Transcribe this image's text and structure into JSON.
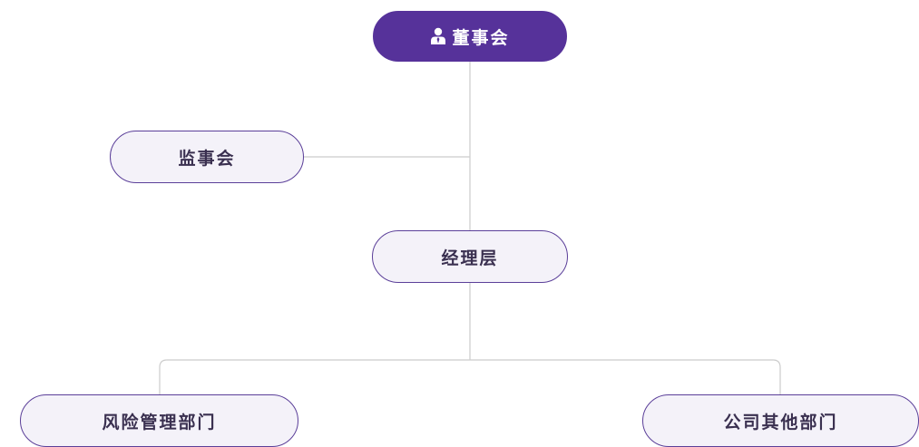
{
  "org_chart": {
    "board": {
      "label": "董事会",
      "icon": "person-icon"
    },
    "supervisory": {
      "label": "监事会"
    },
    "management": {
      "label": "经理层"
    },
    "departments": [
      {
        "label": "风险管理部门"
      },
      {
        "label": "公司其他部门"
      }
    ]
  },
  "colors": {
    "primary": "#56329a",
    "node_fill": "#f4f2f9",
    "node_border": "#5b3f99",
    "connector": "#cccccc"
  }
}
